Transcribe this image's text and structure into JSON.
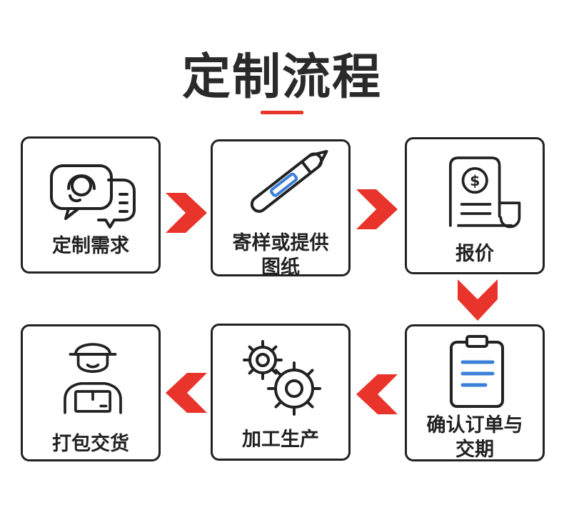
{
  "title": "定制流程",
  "colors": {
    "accent": "#e8342b",
    "border": "#222222",
    "icon_blue": "#3b7fd8"
  },
  "steps": [
    {
      "label": "定制需求",
      "icon": "customer-service-chat-icon"
    },
    {
      "label": "寄样或提供图纸",
      "icon": "pen-icon"
    },
    {
      "label": "报价",
      "icon": "invoice-dollar-icon"
    },
    {
      "label": "确认订单与交期",
      "icon": "clipboard-icon"
    },
    {
      "label": "加工生产",
      "icon": "gears-icon"
    },
    {
      "label": "打包交货",
      "icon": "delivery-person-icon"
    }
  ]
}
